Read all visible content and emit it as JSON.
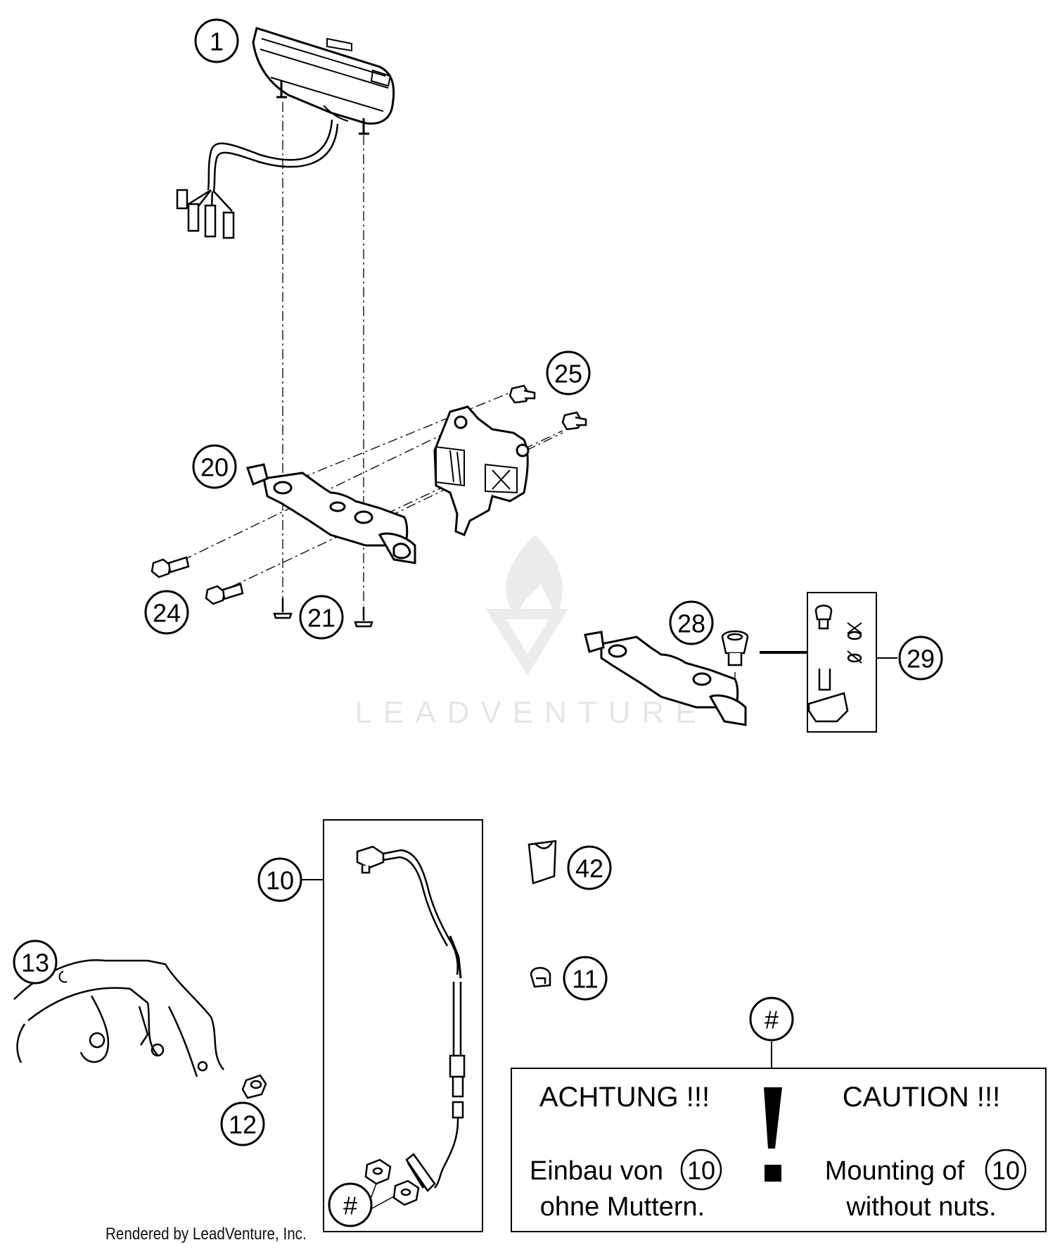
{
  "callouts": {
    "c1": "1",
    "c25": "25",
    "c20": "20",
    "c24": "24",
    "c21": "21",
    "c28": "28",
    "c29": "29",
    "c10": "10",
    "c42": "42",
    "c13": "13",
    "c11": "11",
    "c12": "12",
    "hash_kit": "#",
    "hash_note": "#"
  },
  "caution_box": {
    "de_heading": "ACHTUNG !!!",
    "en_heading": "CAUTION !!!",
    "de_line1": "Einbau von",
    "de_ref": "10",
    "de_line2": "ohne Muttern.",
    "en_line1": "Mounting of",
    "en_ref": "10",
    "en_line2": "without nuts."
  },
  "watermark": {
    "brand": "LEADVENTURE"
  },
  "footer": {
    "text": "Rendered by LeadVenture, Inc."
  }
}
